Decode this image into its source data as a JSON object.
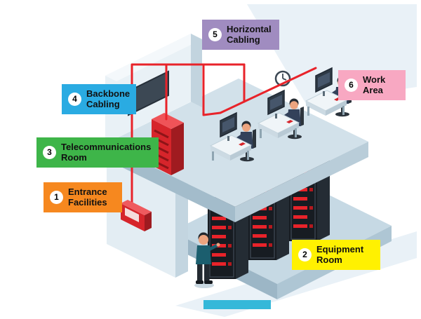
{
  "labels": [
    {
      "number": "1",
      "text": "Entrance Facilities",
      "color": "#f6881f"
    },
    {
      "number": "2",
      "text": "Equipment Room",
      "color": "#fff101"
    },
    {
      "number": "3",
      "text": "Telecommunications Room",
      "color": "#3eb549"
    },
    {
      "number": "4",
      "text": "Backbone Cabling",
      "color": "#2aabe2"
    },
    {
      "number": "5",
      "text": "Horizontal Cabling",
      "color": "#a08cc0"
    },
    {
      "number": "6",
      "text": "Work Area",
      "color": "#f8a8c2"
    }
  ],
  "colors": {
    "cable": "#e8232a",
    "floor_top": "#d2e1ea",
    "floor_side": "#a3bccb",
    "wall": "#e9f1f6",
    "rack_body": "#171c22",
    "rack_led": "#e8232a",
    "telecom_cabinet": "#d6252b",
    "accent_bar": "#35b8d9"
  }
}
